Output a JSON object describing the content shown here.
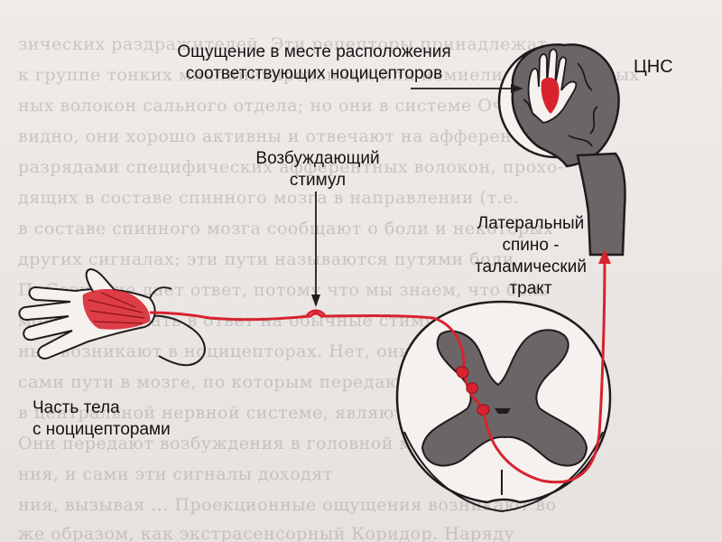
{
  "labels": {
    "sensation_line1": "Ощущение в месте расположения",
    "sensation_line2": "соответствующих  ноцицепторов",
    "cns": "ЦНС",
    "stimulus_line1": "Возбуждающий",
    "stimulus_line2": "стимул",
    "tract_line1": "Латеральный",
    "tract_line2": "спино -",
    "tract_line3": "таламический",
    "tract_line4": "тракт",
    "body_line1": "Часть тела",
    "body_line2": "с ноцицепторами"
  },
  "background_text": [
    "зических раздражителей. Эти рецепторы принадлежат",
    "к группе тонких миелинизированных или немиелинизированных",
    "ных волокон сального отдела; но они в системе Оче-",
    "видно, они хорошо активны и отвечают на афферентные",
    "разрядами специфических афферентных волокон, прохо-",
    "дящих в составе спинного мозга в направлении (т.е.",
    "в составе спинного мозга сообщают о боли и некоторых",
    "других сигналах; эти пути называются путями боли",
    "П. Сознание дает ответ, потому что мы знаем, что боль",
    "может возникать в ответ на обычные стимулы",
    "ные возникают в ноцицепторах. Нет, они только один",
    "сами пути в мозге, по которым передаются сигналы",
    "в центральной нервной системе, являются необходимыми",
    "Они передают возбуждения в головной мозг.",
    "ния, и сами эти сигналы доходят",
    "ния, вызывая ... Проекционные ощущения возникают во",
    "же образом, как экстрасенсорный Коридор. Наряду"
  ],
  "colors": {
    "accent_red": "#d8232f",
    "tissue_grey": "#6b6567",
    "outline": "#1f1b1c",
    "background": "#e9e6e4"
  }
}
